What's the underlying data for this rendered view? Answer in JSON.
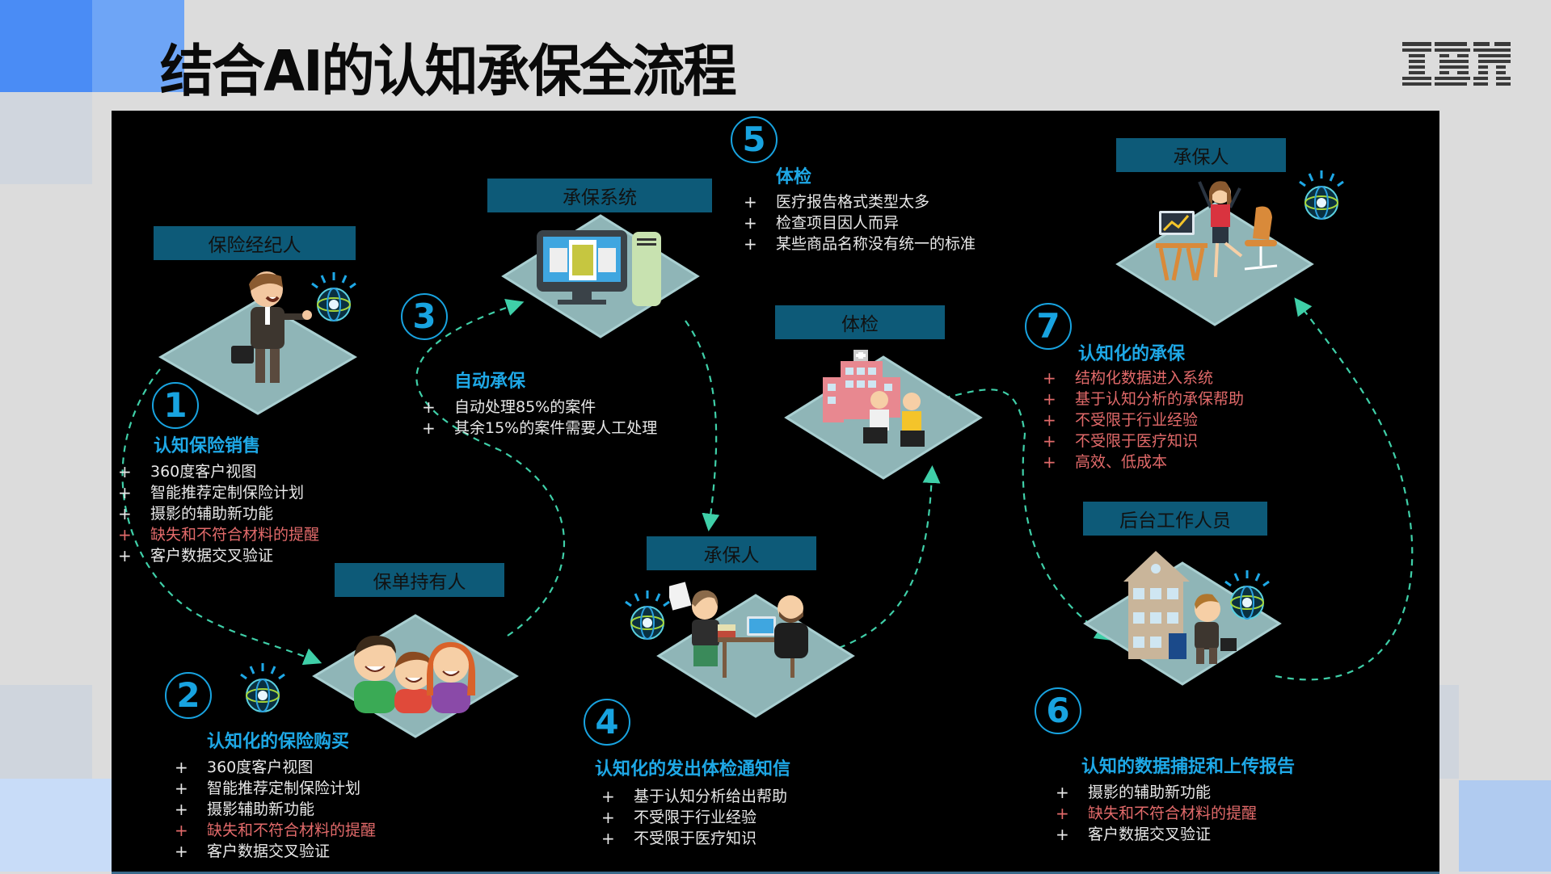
{
  "page": {
    "title": "结合AI的认知承保全流程",
    "logo": "IBM",
    "colors": {
      "background": "#dcdcdc",
      "stage": "#000000",
      "label_box": "#0d5a78",
      "accent_blue": "#1ea8e6",
      "red_item": "#e26a6a",
      "white_item": "#e8e8e8",
      "diamond": "#8fb5b7",
      "arrow": "#3fcfa8"
    }
  },
  "nodes": [
    {
      "id": "broker",
      "label": "保险经纪人",
      "icon": "businessman-icon"
    },
    {
      "id": "policyholder",
      "label": "保单持有人",
      "icon": "family-icon"
    },
    {
      "id": "uw_system",
      "label": "承保系统",
      "icon": "computer-icon"
    },
    {
      "id": "underwriter_a",
      "label": "承保人",
      "icon": "office-workers-icon"
    },
    {
      "id": "medical",
      "label": "体检",
      "icon": "hospital-icon"
    },
    {
      "id": "backoffice",
      "label": "后台工作人员",
      "icon": "office-building-icon"
    },
    {
      "id": "underwriter_b",
      "label": "承保人",
      "icon": "happy-underwriter-icon"
    }
  ],
  "steps": [
    {
      "num": "1",
      "title": "认知保险销售",
      "items": [
        {
          "text": "360度客户视图",
          "red": false
        },
        {
          "text": "智能推荐定制保险计划",
          "red": false
        },
        {
          "text": "摄影的辅助新功能",
          "red": false
        },
        {
          "text": "缺失和不符合材料的提醒",
          "red": true
        },
        {
          "text": "客户数据交叉验证",
          "red": false
        }
      ]
    },
    {
      "num": "2",
      "title": "认知化的保险购买",
      "items": [
        {
          "text": "360度客户视图",
          "red": false
        },
        {
          "text": "智能推荐定制保险计划",
          "red": false
        },
        {
          "text": "摄影辅助新功能",
          "red": false
        },
        {
          "text": "缺失和不符合材料的提醒",
          "red": true
        },
        {
          "text": "客户数据交叉验证",
          "red": false
        }
      ]
    },
    {
      "num": "3",
      "title": "自动承保",
      "items": [
        {
          "text": "自动处理85%的案件",
          "red": false
        },
        {
          "text": "其余15%的案件需要人工处理",
          "red": false
        }
      ]
    },
    {
      "num": "4",
      "title": "认知化的发出体检通知信",
      "items": [
        {
          "text": "基于认知分析给出帮助",
          "red": false
        },
        {
          "text": "不受限于行业经验",
          "red": false
        },
        {
          "text": "不受限于医疗知识",
          "red": false
        }
      ]
    },
    {
      "num": "5",
      "title": "体检",
      "items": [
        {
          "text": "医疗报告格式类型太多",
          "red": false
        },
        {
          "text": "检查项目因人而异",
          "red": false
        },
        {
          "text": "某些商品名称没有统一的标准",
          "red": false
        }
      ]
    },
    {
      "num": "6",
      "title": "认知的数据捕捉和上传报告",
      "items": [
        {
          "text": "摄影的辅助新功能",
          "red": false
        },
        {
          "text": "缺失和不符合材料的提醒",
          "red": true
        },
        {
          "text": "客户数据交叉验证",
          "red": false
        }
      ]
    },
    {
      "num": "7",
      "title": "认知化的承保",
      "items": [
        {
          "text": "结构化数据进入系统",
          "red": true
        },
        {
          "text": "基于认知分析的承保帮助",
          "red": true
        },
        {
          "text": "不受限于行业经验",
          "red": true
        },
        {
          "text": "不受限于医疗知识",
          "red": true
        },
        {
          "text": "高效、低成本",
          "red": true
        }
      ]
    }
  ],
  "bullet": "+"
}
